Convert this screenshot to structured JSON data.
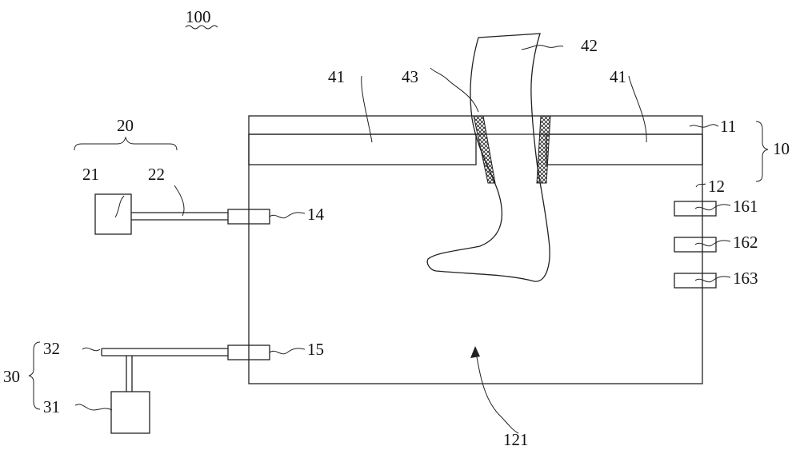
{
  "figure": {
    "main_ref": "100",
    "labels": {
      "housing": "10",
      "top_cover": "11",
      "tank_wall": "12",
      "inlet_connector": "14",
      "outlet_connector": "15",
      "sensor_1": "161",
      "sensor_2": "162",
      "sensor_3": "163",
      "supply_unit": "20",
      "supply_box": "21",
      "supply_pipe": "22",
      "drain_unit": "30",
      "drain_box": "31",
      "drain_pipe": "32",
      "membrane_left": "41",
      "membrane_right": "41",
      "leg": "42",
      "seal": "43",
      "chamber": "121"
    }
  }
}
